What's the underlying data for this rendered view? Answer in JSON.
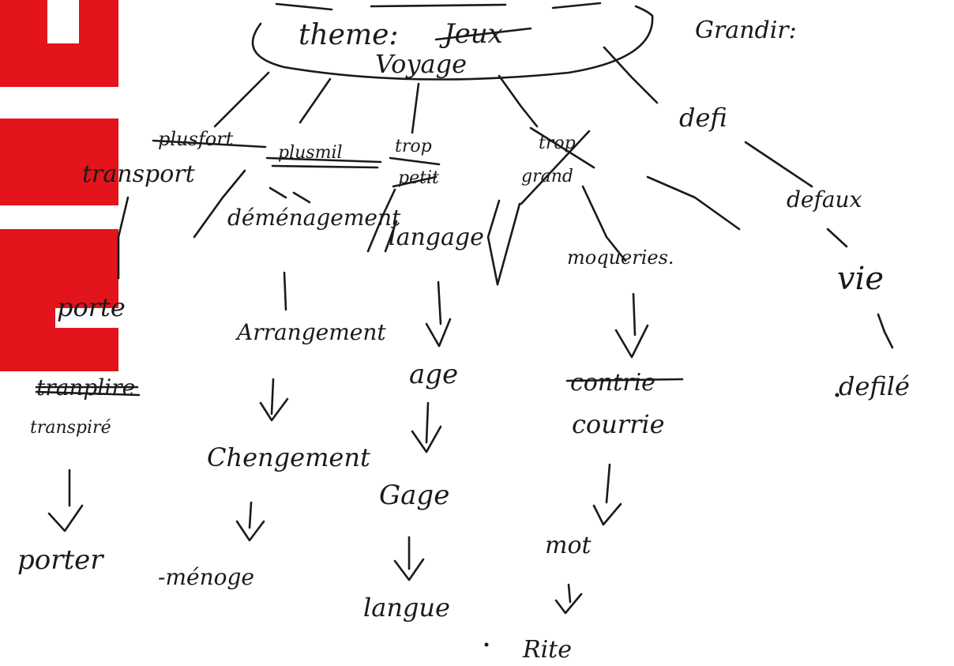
{
  "colors": {
    "ink": "#1a1a1a",
    "paper": "#ffffff",
    "logo": "#e3141b"
  },
  "center": {
    "label": "theme:",
    "struck": "Jeux",
    "topic": "Voyage"
  },
  "side_note": "Grandir:",
  "branches": {
    "b1": {
      "struck": "plusfort",
      "label": "transport",
      "chain": [
        "porte",
        "tranplire",
        "transpiré",
        "porter"
      ],
      "struck_index": 1
    },
    "b2": {
      "struck": "plusmil",
      "label": "déménagement",
      "chain": [
        "Arrangement",
        "Chengement",
        "-ménoge"
      ]
    },
    "b3": {
      "struck_1": "trop",
      "struck_2": "petit",
      "label": "langage",
      "chain": [
        "age",
        "Gage",
        "langue"
      ]
    },
    "b4": {
      "struck_1": "trop",
      "struck_2": "grand",
      "label": "moqueries.",
      "chain": [
        "contrie",
        "courrie",
        "mot",
        "Rite"
      ],
      "struck_index": 0
    },
    "b5": {
      "label": "defi",
      "chain": [
        "defaux",
        "vie",
        "defilé"
      ]
    }
  }
}
